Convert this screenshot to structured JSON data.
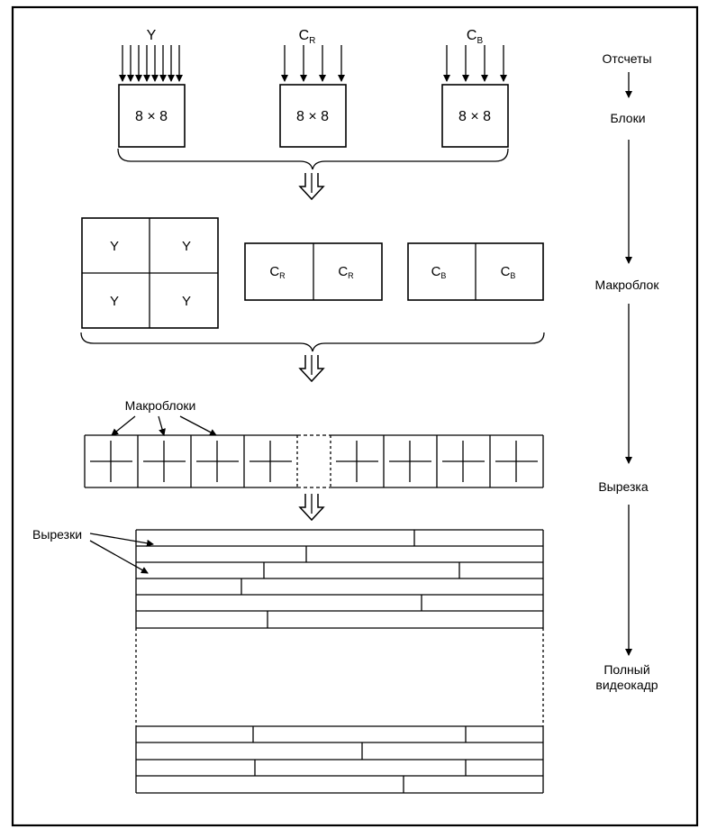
{
  "top": {
    "y_label": "Y",
    "cr_label_main": "C",
    "cr_label_sub": "R",
    "cb_label_main": "C",
    "cb_label_sub": "B",
    "block_text": "8 × 8"
  },
  "macroblock": {
    "y_cell": "Y",
    "c_main": "C",
    "cr_sub": "R",
    "cb_sub": "B"
  },
  "annotations": {
    "macroblocks": "Макроблоки",
    "slices": "Вырезки"
  },
  "side_steps": [
    "Отсчеты",
    "Блоки",
    "Макроблок",
    "Вырезка",
    "Полный видеокадр"
  ],
  "side_steps_lines": {
    "frame_line1": "Полный",
    "frame_line2": "видеокадр"
  }
}
